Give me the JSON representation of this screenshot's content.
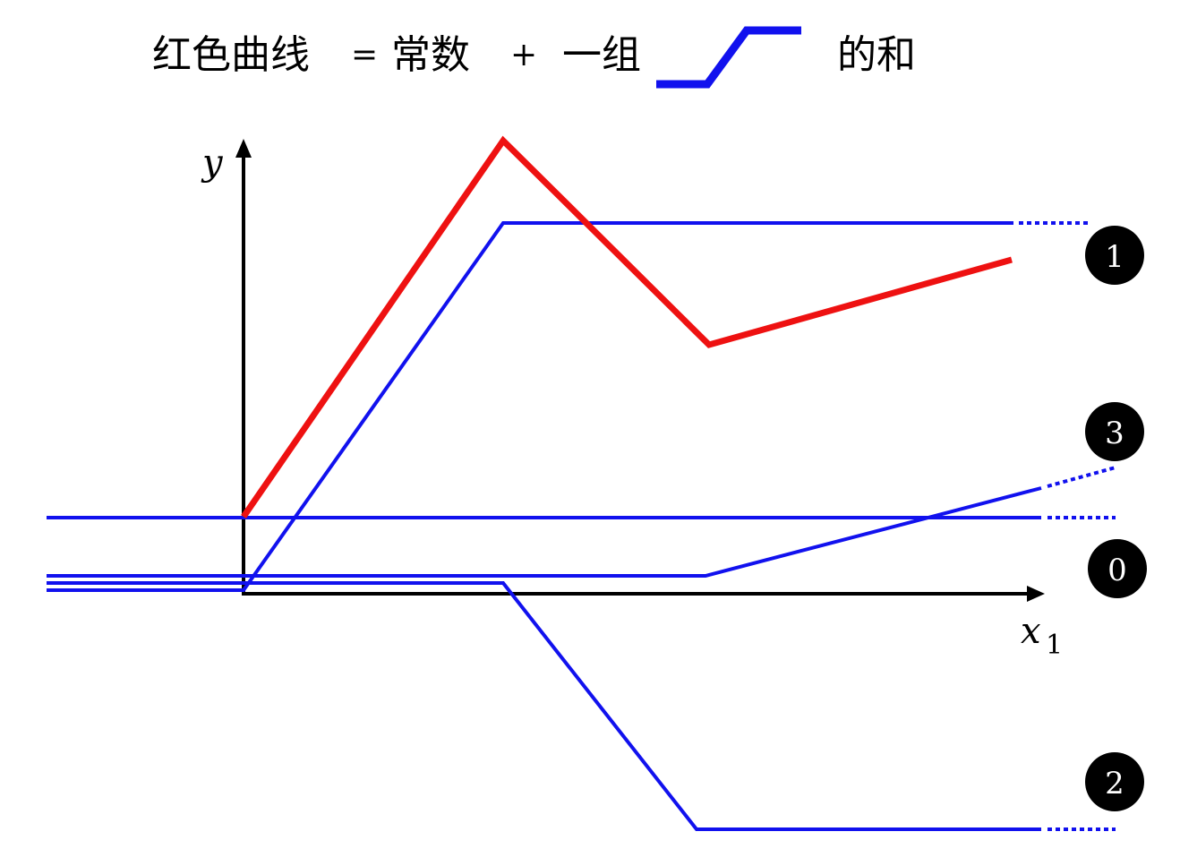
{
  "title": {
    "part1": "红色曲线",
    "equals": "=",
    "part2": "常数",
    "plus": "+",
    "part3": "一组",
    "part4": "的和"
  },
  "axes": {
    "y_label": "y",
    "x_label": "x",
    "x_subscript": "1"
  },
  "colors": {
    "red_curve": "#ee1111",
    "blue_curves": "#1111ee",
    "axes": "#000000",
    "badge": "#000000"
  },
  "badges": [
    "1",
    "3",
    "0",
    "2"
  ]
}
